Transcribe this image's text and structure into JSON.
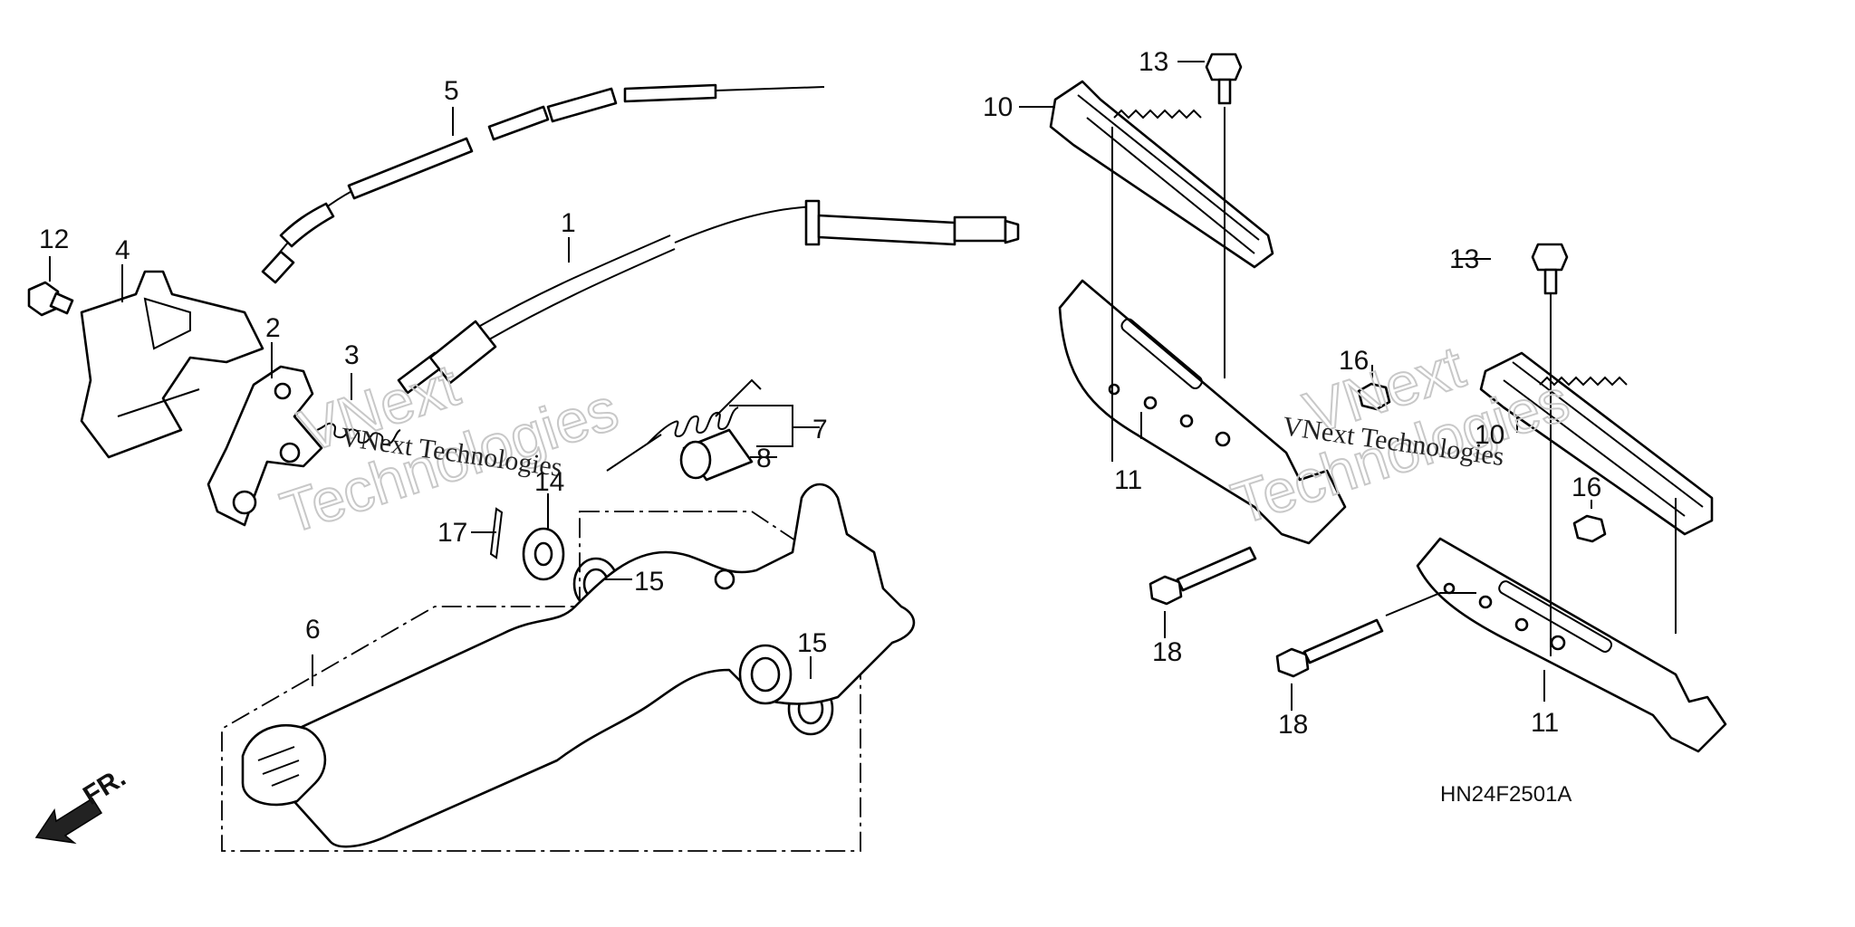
{
  "diagram_code": "HN24F2501A",
  "front_indicator": "FR.",
  "watermark": {
    "line1": "VNext",
    "line2": "Technologies",
    "caption": "VNext Technologies"
  },
  "callouts": [
    {
      "id": "c1",
      "text": "1"
    },
    {
      "id": "c2",
      "text": "2"
    },
    {
      "id": "c3",
      "text": "3"
    },
    {
      "id": "c4",
      "text": "4"
    },
    {
      "id": "c5",
      "text": "5"
    },
    {
      "id": "c6",
      "text": "6"
    },
    {
      "id": "c7",
      "text": "7"
    },
    {
      "id": "c8",
      "text": "8"
    },
    {
      "id": "c10a",
      "text": "10"
    },
    {
      "id": "c10b",
      "text": "10"
    },
    {
      "id": "c11a",
      "text": "11"
    },
    {
      "id": "c11b",
      "text": "11"
    },
    {
      "id": "c12",
      "text": "12"
    },
    {
      "id": "c13a",
      "text": "13"
    },
    {
      "id": "c13b",
      "text": "13"
    },
    {
      "id": "c14",
      "text": "14"
    },
    {
      "id": "c15a",
      "text": "15"
    },
    {
      "id": "c15b",
      "text": "15"
    },
    {
      "id": "c16a",
      "text": "16"
    },
    {
      "id": "c16b",
      "text": "16"
    },
    {
      "id": "c17",
      "text": "17"
    },
    {
      "id": "c18a",
      "text": "18"
    },
    {
      "id": "c18b",
      "text": "18"
    }
  ]
}
